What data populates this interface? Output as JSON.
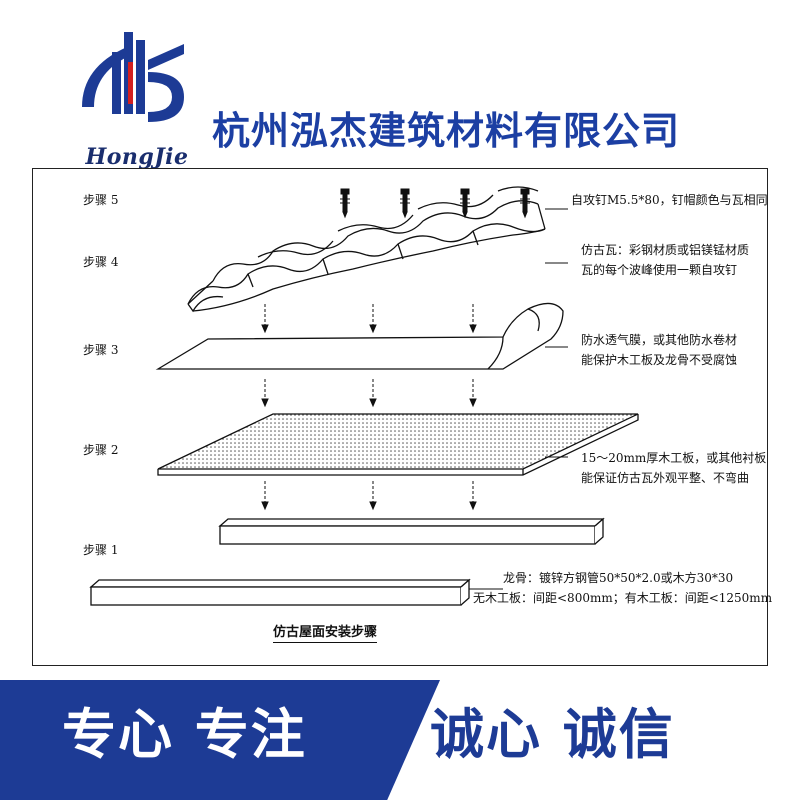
{
  "header": {
    "logo_text": "HongJie",
    "company_name": "杭州泓杰建筑材料有限公司"
  },
  "diagram": {
    "steps": [
      {
        "label": "步骤 5",
        "desc": [
          "自攻钉M5.5*80，钉帽颜色与瓦相同"
        ]
      },
      {
        "label": "步骤 4",
        "desc": [
          "仿古瓦：彩钢材质或铝镁锰材质",
          "瓦的每个波峰使用一颗自攻钉"
        ]
      },
      {
        "label": "步骤 3",
        "desc": [
          "防水透气膜，或其他防水卷材",
          "能保护木工板及龙骨不受腐蚀"
        ]
      },
      {
        "label": "步骤 2",
        "desc": [
          "15～20mm厚木工板，或其他衬板",
          "能保证仿古瓦外观平整、不弯曲"
        ]
      },
      {
        "label": "步骤 1",
        "desc": [
          "龙骨：镀锌方钢管50*50*2.0或木方30*30",
          "无木工板：间距<800mm；有木工板：间距<1250mm"
        ]
      }
    ],
    "caption": "仿古屋面安装步骤"
  },
  "banner": {
    "left_slogan": "专心 专注",
    "right_slogan": "诚心 诚信"
  },
  "colors": {
    "brand_blue": "#1d3b95",
    "company_text": "#1c3fa3"
  }
}
